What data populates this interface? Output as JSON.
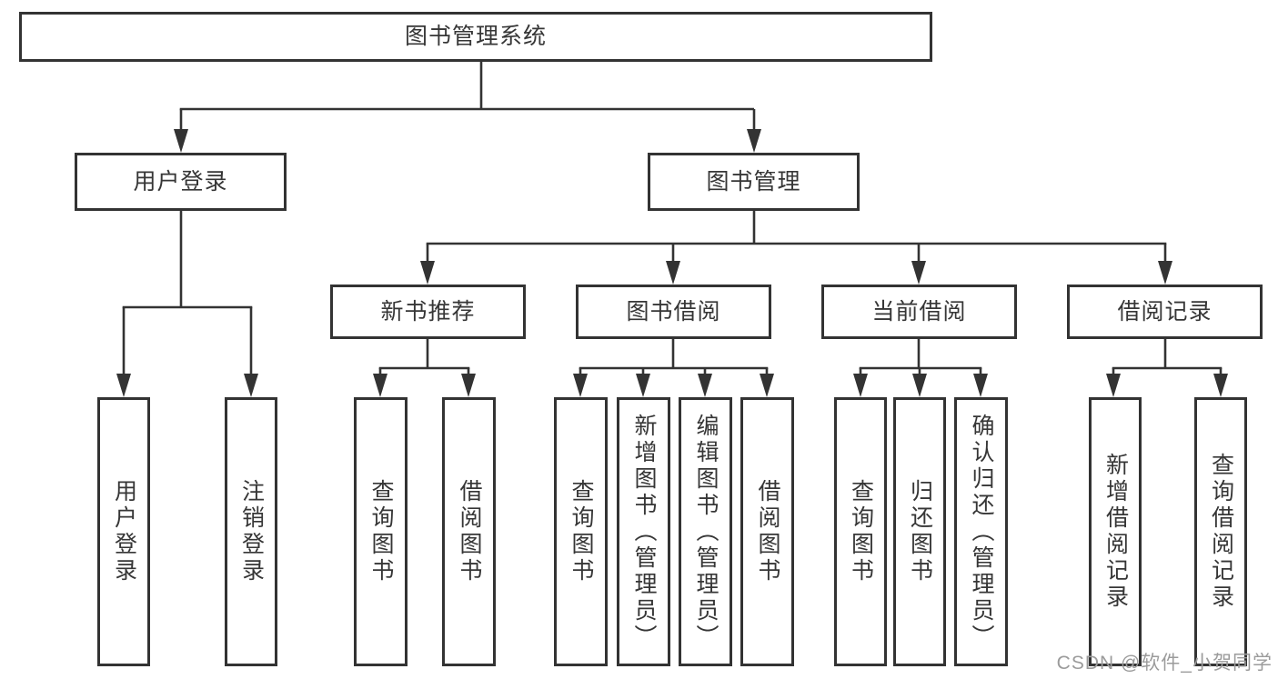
{
  "tree": {
    "label": "图书管理系统",
    "children": [
      {
        "label": "用户登录",
        "children": [
          {
            "label": "用户登录"
          },
          {
            "label": "注销登录"
          }
        ]
      },
      {
        "label": "图书管理",
        "children": [
          {
            "label": "新书推荐",
            "children": [
              {
                "label": "查询图书"
              },
              {
                "label": "借阅图书"
              }
            ]
          },
          {
            "label": "图书借阅",
            "children": [
              {
                "label": "查询图书"
              },
              {
                "label": "新增图书（管理员）"
              },
              {
                "label": "编辑图书（管理员）"
              },
              {
                "label": "借阅图书"
              }
            ]
          },
          {
            "label": "当前借阅",
            "children": [
              {
                "label": "查询图书"
              },
              {
                "label": "归还图书"
              },
              {
                "label": "确认归还（管理员）"
              }
            ]
          },
          {
            "label": "借阅记录",
            "children": [
              {
                "label": "新增借阅记录"
              },
              {
                "label": "查询借阅记录"
              }
            ]
          }
        ]
      }
    ]
  },
  "watermark": {
    "text": "CSDN @软件_小贺同学"
  },
  "colors": {
    "line": "#333333",
    "box_border": "#333333",
    "text": "#363636",
    "background": "#ffffff",
    "watermark": "#9b9b9b"
  }
}
